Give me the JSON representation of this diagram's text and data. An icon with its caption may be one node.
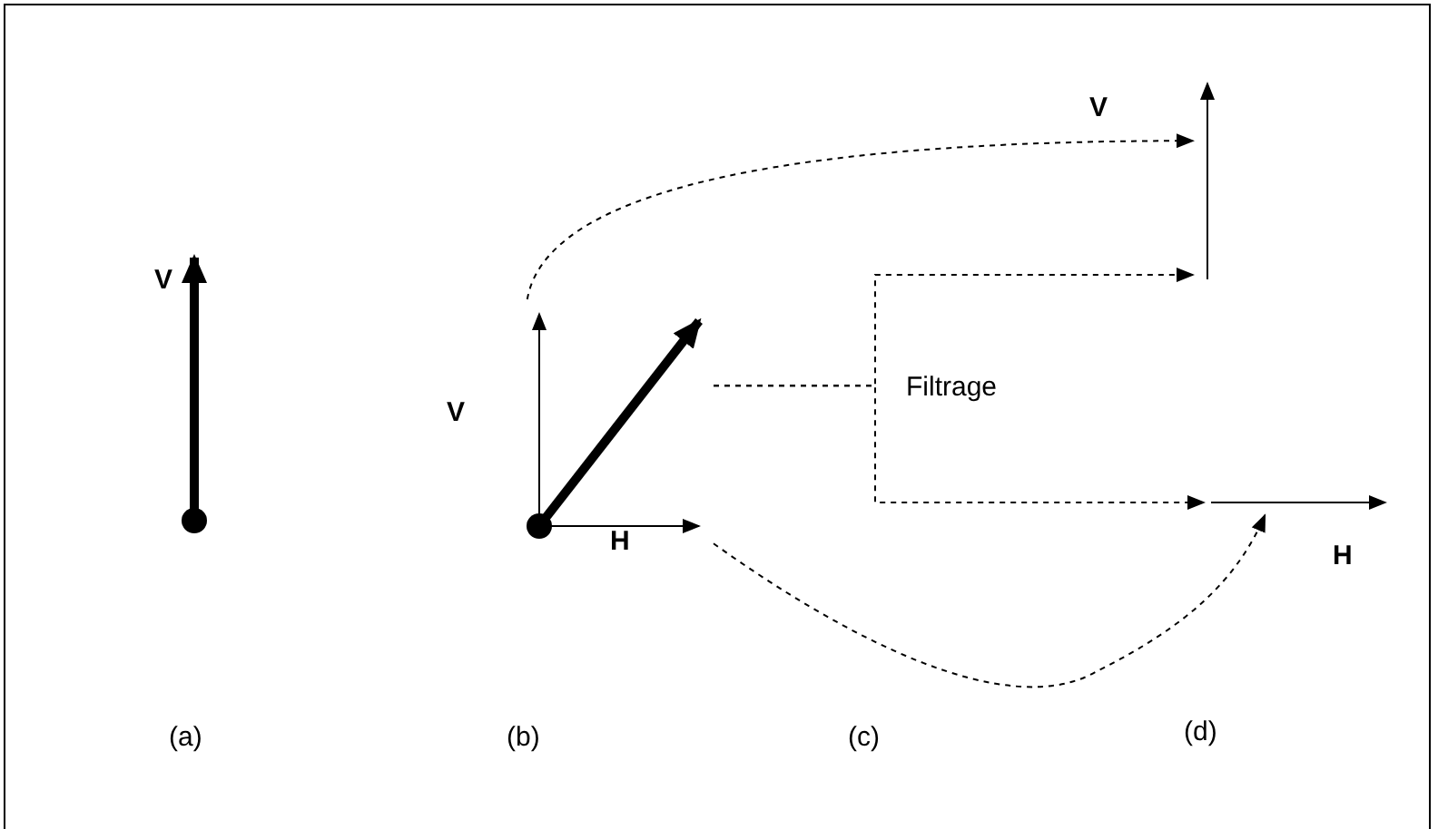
{
  "diagram": {
    "nodes": [
      {
        "text": [],
        "shape": "picture"
      },
      {
        "text": [],
        "shape": "picture"
      },
      {
        "text": [],
        "shape": "picture"
      }
    ],
    "edges": [
      {
        "from": 0,
        "to": 1,
        "arrow": "to",
        "style": "dashed"
      },
      {
        "from": 0,
        "to": 2,
        "arrow": "to",
        "style": "dashed"
      },
      {
        "from": 0,
        "to": 1,
        "arrow": "to",
        "style": "dashed"
      },
      {
        "from": 0,
        "to": 2,
        "arrow": "to",
        "style": "dashed"
      }
    ],
    "labels": [
      "V",
      "V",
      "H",
      "Filtrage",
      "V",
      "H",
      "(a)",
      "(b)",
      "(c)",
      "(d)"
    ]
  }
}
